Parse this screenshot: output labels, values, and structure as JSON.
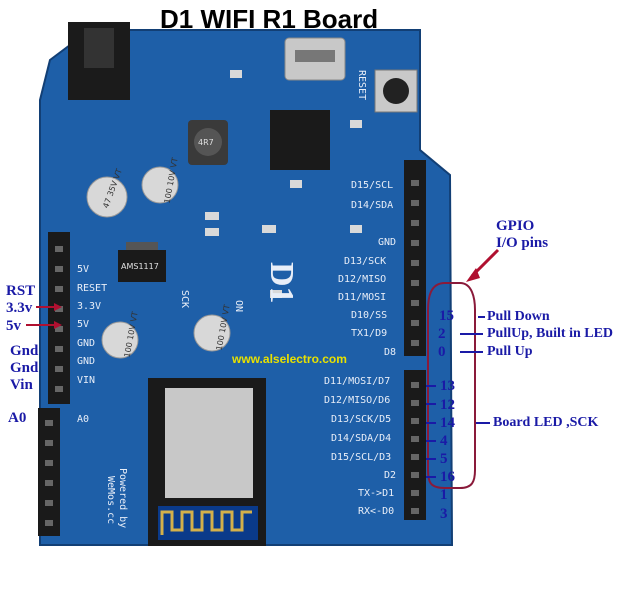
{
  "title": "D1  WIFI R1 Board",
  "gpio_label": "GPIO\nI/O pins",
  "gpio_line1": "GPIO",
  "gpio_line2": "I/O pins",
  "left_labels": {
    "rst": "RST",
    "v33": "3.3v",
    "v5": "5v",
    "gnd1": "Gnd",
    "gnd2": "Gnd",
    "vin": "Vin",
    "a0": "A0"
  },
  "gpio_numbers": [
    "15",
    "2",
    "0",
    "13",
    "12",
    "14",
    "4",
    "5",
    "16",
    "1",
    "3"
  ],
  "notes": {
    "pull_down": "Pull Down",
    "pullup_led": "PullUp, Built in LED",
    "pull_up": "Pull Up",
    "board_led": "Board LED ,SCK"
  },
  "silkscreen": {
    "right": [
      "D15/SCL",
      "D14/SDA",
      "GND",
      "D13/SCK",
      "D12/MISO",
      "D11/MOSI",
      "D10/SS",
      "TX1/D9",
      "D8",
      "D11/MOSI/D7",
      "D12/MISO/D6",
      "D13/SCK/D5",
      "D14/SDA/D4",
      "D15/SCL/D3",
      "D2",
      "TX->D1",
      "RX<-D0"
    ],
    "left": [
      "5V",
      "RESET",
      "3.3V",
      "5V",
      "GND",
      "GND",
      "VIN",
      "A0"
    ],
    "reset": "RESET",
    "sck": "SCK",
    "on": "ON",
    "d1": "D1",
    "powered_by": "Powered by",
    "wemos": "WeMos.cc",
    "cap1": "47 35V VT",
    "cap2": "100 10V VT",
    "cap3": "100 10V VT",
    "cap4": "100 10V VT",
    "regulator": "AMS1117",
    "inductor": "4R7"
  },
  "watermark": "www.alselectro.com",
  "colors": {
    "board": "#1e5fa8",
    "label": "#1a1aa6",
    "arrow": "#b01030",
    "header": "#1a1a1a"
  }
}
